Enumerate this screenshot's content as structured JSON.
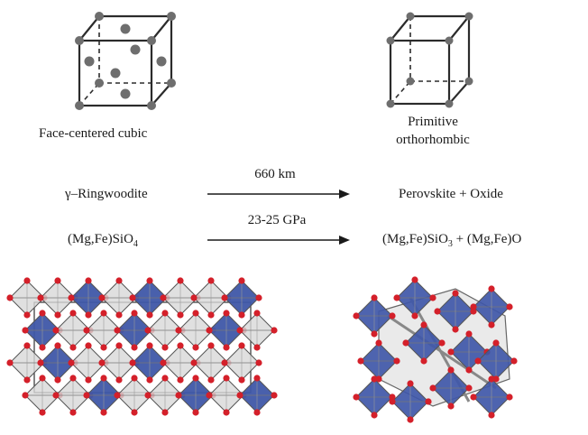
{
  "lattices": {
    "left": {
      "label": "Face-centered cubic"
    },
    "right": {
      "label_line1": "Primitive",
      "label_line2": "orthorhombic"
    }
  },
  "transition": {
    "depth": "660 km",
    "pressure": "23-25 GPa"
  },
  "phases": {
    "reactant_name": "γ–Ringwoodite",
    "reactant_formula_prefix": "(Mg,Fe)SiO",
    "reactant_formula_sub": "4",
    "product_name": "Perovskite + Oxide",
    "product_formula_prefix": "(Mg,Fe)SiO",
    "product_formula_sub": "3",
    "product_formula_suffix": " + (Mg,Fe)O"
  },
  "colors": {
    "line": "#2b2b2b",
    "atom": "#6e6e6e",
    "octahedron_blue": "#3f57a8",
    "octahedron_grey": "#d8d8d8",
    "oxygen_red": "#d4202a"
  }
}
